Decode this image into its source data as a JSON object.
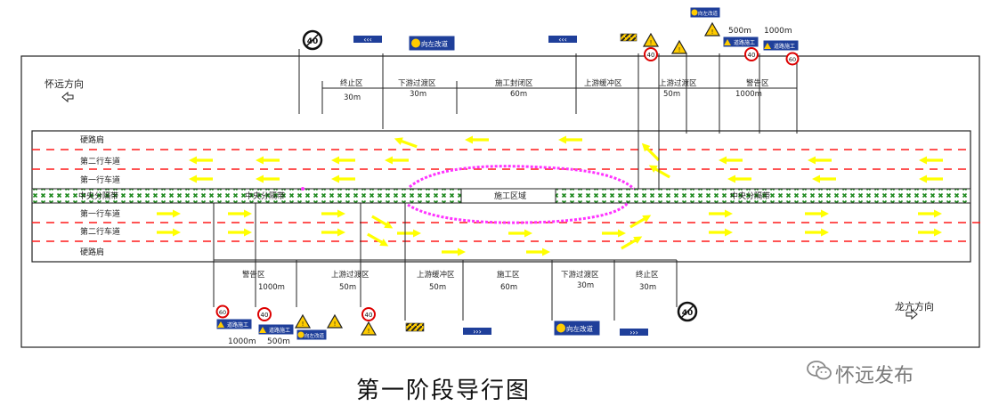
{
  "title": "第一阶段导行图",
  "brand": "怀远发布",
  "direction": {
    "left": "怀远方向",
    "right": "龙亢方向"
  },
  "lanes": {
    "shoulder": "硬路肩",
    "lane2": "第二行车道",
    "lane1": "第一行车道",
    "median": "中央分隔带",
    "work_area": "施工区域"
  },
  "upper_zones": [
    {
      "name": "终止区",
      "length": "30m"
    },
    {
      "name": "下游过渡区",
      "length": "30m"
    },
    {
      "name": "施工封闭区",
      "length": "60m"
    },
    {
      "name": "上游缓冲区",
      "length": ""
    },
    {
      "name": "上游过渡区",
      "length": "50m"
    },
    {
      "name": "警告区",
      "length": "1000m"
    }
  ],
  "lower_zones": [
    {
      "name": "警告区",
      "length": "1000m"
    },
    {
      "name": "上游过渡区",
      "length": "50m"
    },
    {
      "name": "上游缓冲区",
      "length": "50m"
    },
    {
      "name": "施工区",
      "length": "60m"
    },
    {
      "name": "下游过渡区",
      "length": "30m"
    },
    {
      "name": "终止区",
      "length": "30m"
    }
  ],
  "signs": {
    "speed_40": "40",
    "speed_60": "60",
    "detour_left": "向左改道",
    "road_work": "道路施工",
    "up_dist_500": "500m",
    "up_dist_1000": "1000m",
    "low_dist_1000": "1000m",
    "low_dist_500": "500m"
  },
  "colors": {
    "lane_line": "#ff1a1a",
    "arrow": "#ffff00",
    "median_green": "#1e8a1e",
    "cone_line": "#ff33ff",
    "sign_blue": "#1f3f9a"
  }
}
